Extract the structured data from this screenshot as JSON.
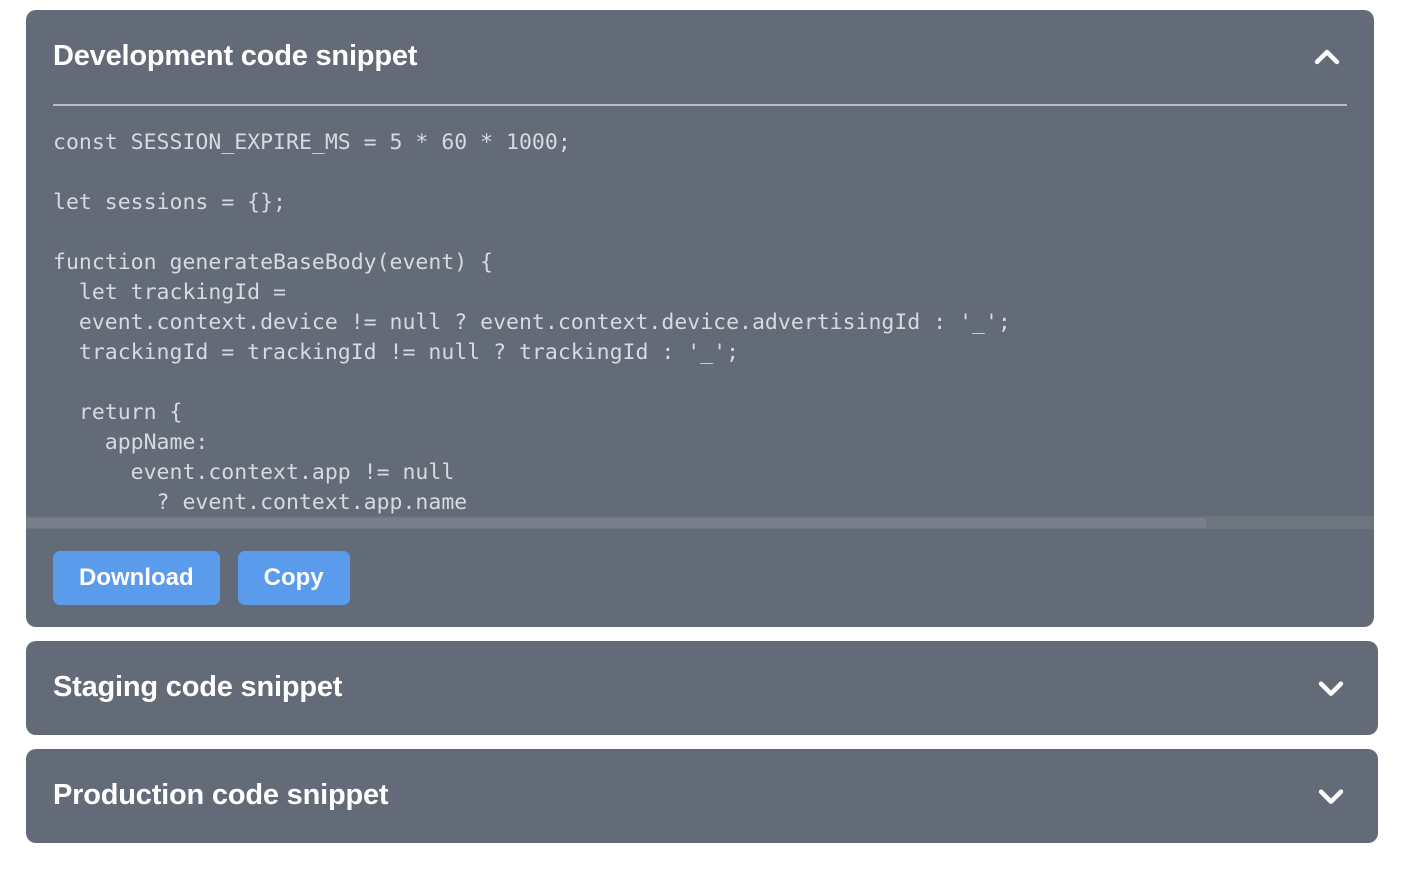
{
  "theme": {
    "panel_bg": "#636b78",
    "page_bg": "#ffffff",
    "button_blue": "#5b9bec",
    "code_text": "#d7dade",
    "divider": "#b9bec6"
  },
  "panels": [
    {
      "id": "development",
      "title": "Development code snippet",
      "expanded": true,
      "chevron_icon": "chevron-up-icon",
      "code": "const SESSION_EXPIRE_MS = 5 * 60 * 1000;\n\nlet sessions = {};\n\nfunction generateBaseBody(event) {\n  let trackingId =\n  event.context.device != null ? event.context.device.advertisingId : '_';\n  trackingId = trackingId != null ? trackingId : '_';\n\n  return {\n    appName:\n      event.context.app != null\n        ? event.context.app.name\n        : event.context.page != null ? getAppNameFromUrl(event.context.page.url) :",
      "buttons": [
        {
          "id": "download",
          "label": "Download"
        },
        {
          "id": "copy",
          "label": "Copy"
        }
      ]
    },
    {
      "id": "staging",
      "title": "Staging code snippet",
      "expanded": false,
      "chevron_icon": "chevron-down-icon"
    },
    {
      "id": "production",
      "title": "Production code snippet",
      "expanded": false,
      "chevron_icon": "chevron-down-icon"
    }
  ]
}
